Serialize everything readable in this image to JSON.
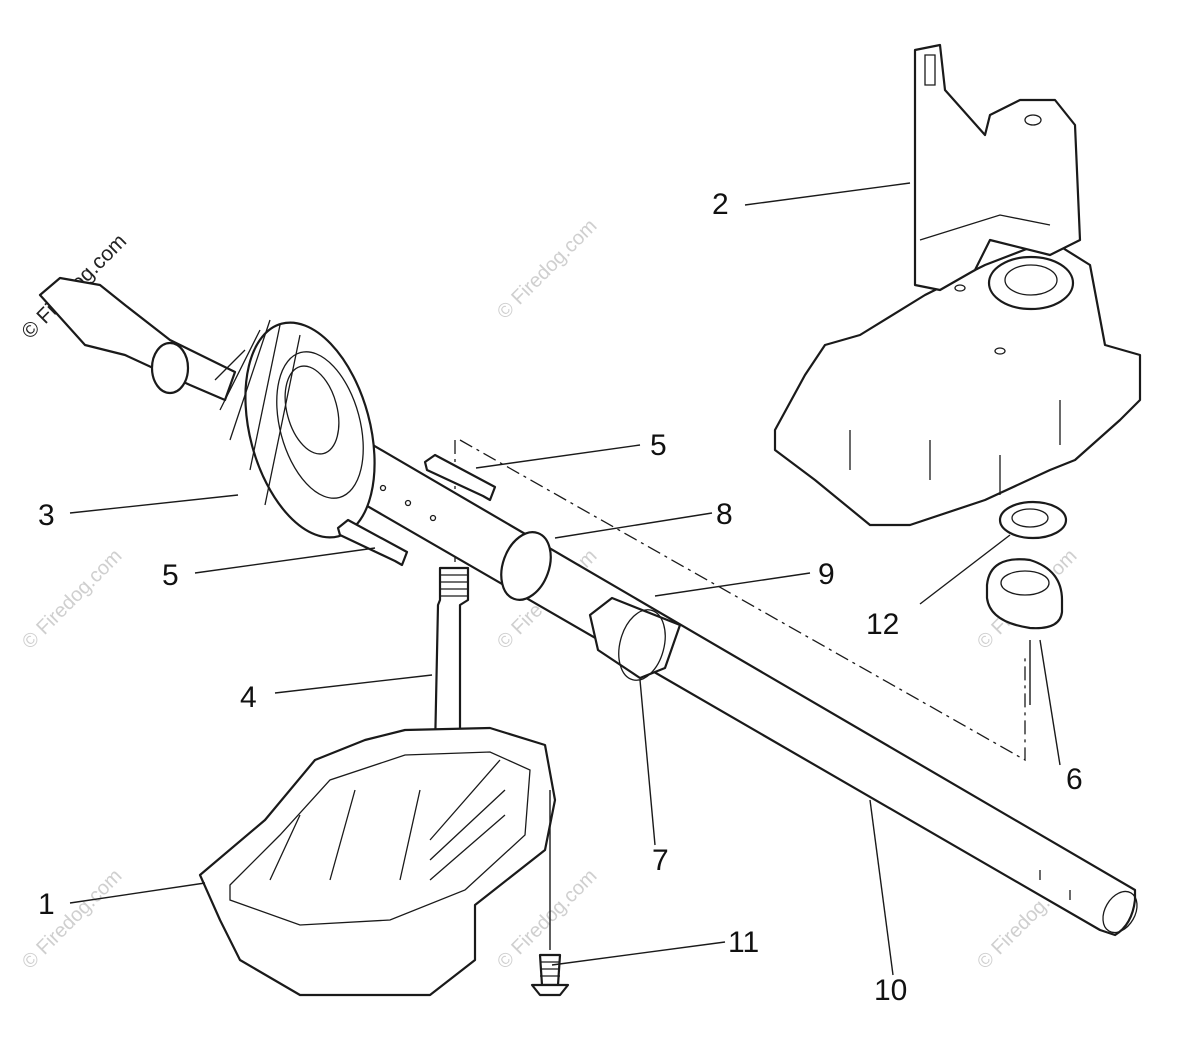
{
  "diagram": {
    "watermark_primary": "© Firedog.com",
    "watermark_faint": "© Firedog.com",
    "callouts": [
      "1",
      "2",
      "3",
      "4",
      "5",
      "5",
      "6",
      "7",
      "8",
      "9",
      "10",
      "11",
      "12"
    ]
  }
}
